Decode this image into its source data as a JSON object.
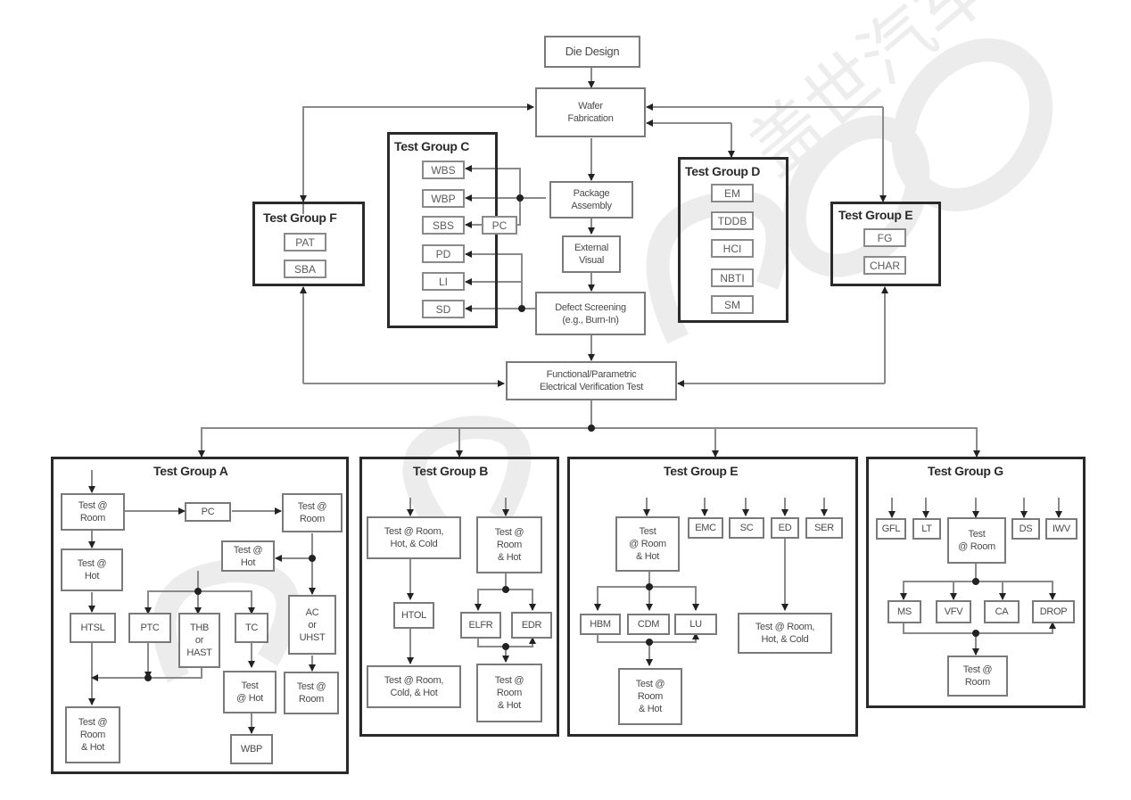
{
  "flow": {
    "die_design": "Die Design",
    "wafer_fab": "Wafer\nFabrication",
    "package_assembly": "Package\nAssembly",
    "external_visual": "External\nVisual",
    "defect_screening": "Defect Screening\n(e.g., Burn-In)",
    "fpev_test": "Functional/Parametric\nElectrical Verification Test"
  },
  "groups": {
    "C": {
      "title": "Test Group C",
      "items": [
        "WBS",
        "WBP",
        "SBS",
        "PD",
        "LI",
        "SD"
      ],
      "pc": "PC"
    },
    "D": {
      "title": "Test Group D",
      "items": [
        "EM",
        "TDDB",
        "HCI",
        "NBTI",
        "SM"
      ]
    },
    "E_top": {
      "title": "Test Group E",
      "items": [
        "FG",
        "CHAR"
      ]
    },
    "F": {
      "title": "Test Group F",
      "items": [
        "PAT",
        "SBA"
      ]
    },
    "A": {
      "title": "Test Group A",
      "test_room_1": "Test  @\nRoom",
      "pc": "PC",
      "test_room_2": "Test @\nRoom",
      "test_hot_1": "Test @\nHot",
      "test_hot_2": "Test @\nHot",
      "htsl": "HTSL",
      "ptc": "PTC",
      "thb": "THB\nor\nHAST",
      "tc": "TC",
      "ac": "AC\nor\nUHST",
      "test_hot_3": "Test\n@ Hot",
      "test_room_3": "Test @\nRoom",
      "test_room_hot": "Test @\nRoom\n& Hot",
      "wbp": "WBP"
    },
    "B": {
      "title": "Test Group B",
      "test_rhc": "Test @ Room,\nHot, & Cold",
      "test_rh_1": "Test @\nRoom\n& Hot",
      "htol": "HTOL",
      "elfr": "ELFR",
      "edr": "EDR",
      "test_rch": "Test @ Room,\nCold, & Hot",
      "test_rh_2": "Test @\nRoom\n& Hot"
    },
    "E": {
      "title": "Test Group E",
      "test_rh_1": "Test\n@ Room\n& Hot",
      "emc": "EMC",
      "sc": "SC",
      "ed": "ED",
      "ser": "SER",
      "hbm": "HBM",
      "cdm": "CDM",
      "lu": "LU",
      "test_rh_2": "Test @\nRoom\n& Hot",
      "test_rhc": "Test @ Room,\nHot, & Cold"
    },
    "G": {
      "title": "Test Group G",
      "gfl": "GFL",
      "lt": "LT",
      "test_room_1": "Test\n@ Room",
      "ds": "DS",
      "iwv": "IWV",
      "ms": "MS",
      "vfv": "VFV",
      "ca": "CA",
      "drop": "DROP",
      "test_room_2": "Test @\nRoom"
    }
  },
  "watermark": {
    "text": "Gasgoo",
    "cjk": "盖世汽车"
  }
}
